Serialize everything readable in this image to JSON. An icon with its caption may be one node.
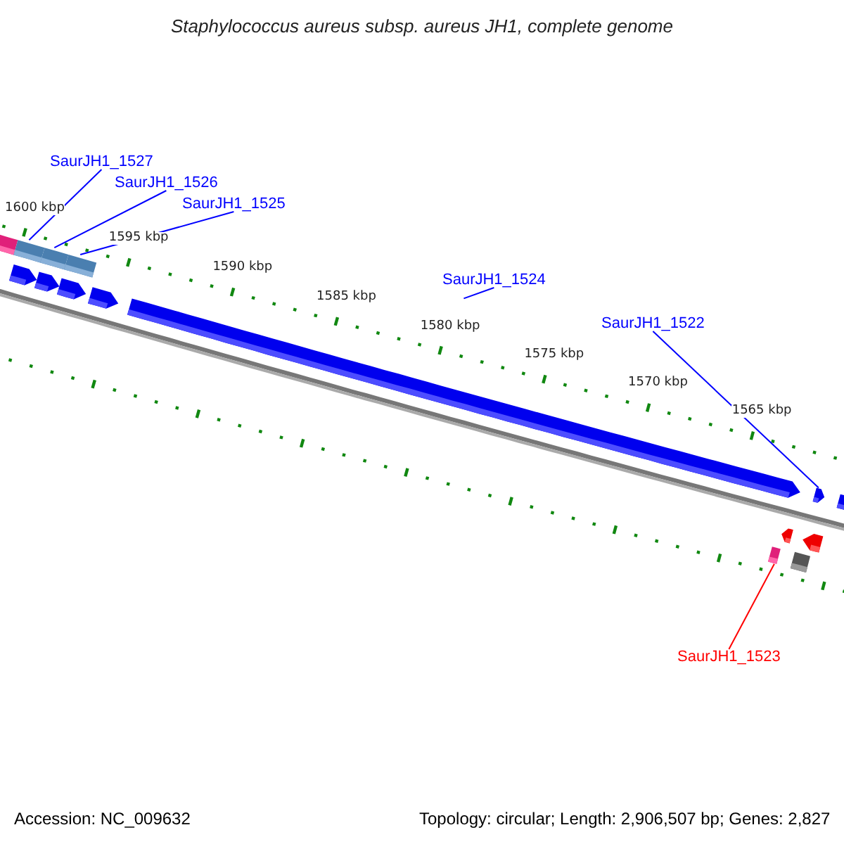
{
  "diagram": {
    "title": "Staphylococcus aureus subsp. aureus JH1, complete genome",
    "nodes": [
      {
        "text": [
          "SaurJH1_1527"
        ]
      },
      {
        "text": [
          "SaurJH1_1526"
        ]
      },
      {
        "text": [
          "SaurJH1_1525"
        ]
      },
      {
        "text": [
          "SaurJH1_1524"
        ]
      },
      {
        "text": [
          "SaurJH1_1522"
        ]
      },
      {
        "text": [
          "SaurJH1_1523"
        ]
      },
      {
        "text": [],
        "shape": "box"
      },
      {
        "text": [],
        "shape": "box"
      },
      {
        "text": [],
        "shape": "box"
      },
      {
        "text": [],
        "shape": "arrow"
      },
      {
        "text": [],
        "shape": "arrow"
      },
      {
        "text": [],
        "shape": "box"
      }
    ],
    "edges": [
      {
        "from": 0,
        "to": 6,
        "arrow": "none"
      },
      {
        "from": 1,
        "to": 7,
        "arrow": "none"
      },
      {
        "from": 2,
        "to": 8,
        "arrow": "none"
      },
      {
        "from": 3,
        "to": 9,
        "arrow": "none"
      },
      {
        "from": 4,
        "to": 10,
        "arrow": "none"
      },
      {
        "from": 5,
        "to": 11,
        "arrow": "none",
        "color": "#ff0000"
      }
    ],
    "labels": [
      "1600 kbp",
      "1595 kbp",
      "1590 kbp",
      "1585 kbp",
      "1580 kbp",
      "1575 kbp",
      "1570 kbp",
      "1565 kbp",
      "Accession: NC_009632",
      "Topology: circular; Length: 2,906,507 bp; Genes: 2,827"
    ]
  }
}
